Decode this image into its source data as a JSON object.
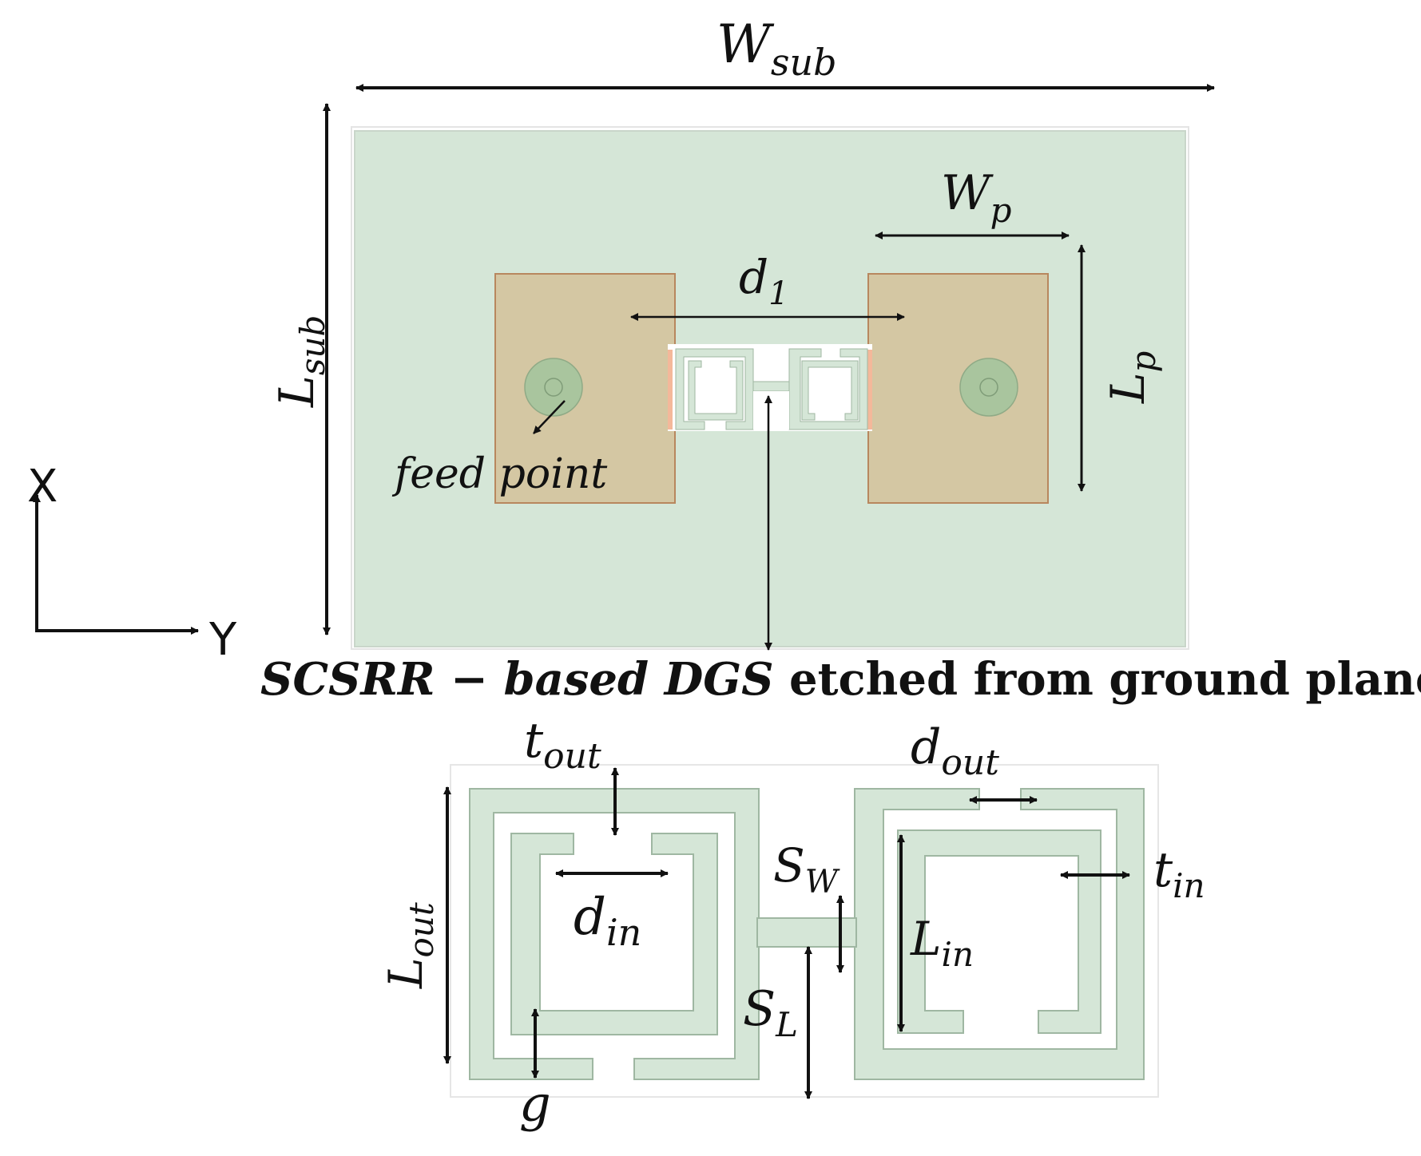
{
  "colors": {
    "substrate": "#d5e6d7",
    "patch": "#d4c7a3",
    "patch_edge": "#b8875e",
    "ring_fill": "#d5e6d7",
    "ring_edge": "#9fb7a2",
    "slot_accent": "#f4b89a",
    "feed_outer": "#a9c59e",
    "feed_inner": "#94b28c",
    "ink": "#111111"
  },
  "labels": {
    "w_sub": {
      "main": "W",
      "sub": "sub"
    },
    "l_sub": {
      "main": "L",
      "sub": "sub"
    },
    "w_p": {
      "main": "W",
      "sub": "p"
    },
    "l_p": {
      "main": "L",
      "sub": "p"
    },
    "d_1": {
      "main": "d",
      "sub": "1"
    },
    "feed_point": "feed point",
    "axis_x": "X",
    "axis_y": "Y",
    "caption_italic": "SCSRR − based DGS",
    "caption_roman": " etched from ground plane",
    "t_out": {
      "main": "t",
      "sub": "out"
    },
    "d_out": {
      "main": "d",
      "sub": "out"
    },
    "l_out": {
      "main": "L",
      "sub": "out"
    },
    "d_in": {
      "main": "d",
      "sub": "in"
    },
    "s_w": {
      "main": "S",
      "sub": "W"
    },
    "s_l": {
      "main": "S",
      "sub": "L"
    },
    "l_in": {
      "main": "L",
      "sub": "in"
    },
    "t_in": {
      "main": "t",
      "sub": "in"
    },
    "g": "g"
  }
}
